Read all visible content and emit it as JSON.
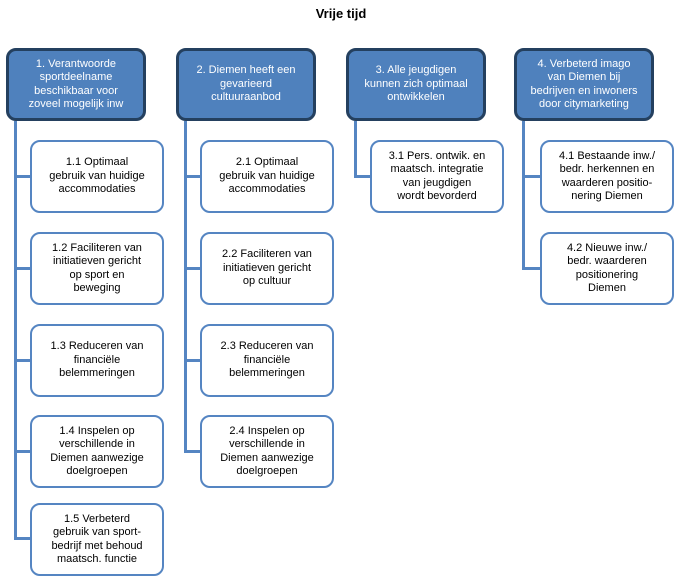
{
  "title": "Vrije tijd",
  "colors": {
    "header_fill": "#4f81bd",
    "header_border": "#24405f",
    "header_text": "#ffffff",
    "child_fill": "#ffffff",
    "child_text": "#000000",
    "line_color": "#5585c2"
  },
  "columns": [
    {
      "header": "1. Verantwoorde\nsportdeelname\nbeschikbaar voor\nzoveel mogelijk inw",
      "children": [
        "1.1 Optimaal\ngebruik van huidige\naccommodaties",
        "1.2 Faciliteren van\ninitiatieven gericht\nop sport en\nbeweging",
        "1.3 Reduceren van\nfinanciële\nbelemmeringen",
        "1.4 Inspelen op\nverschillende in\nDiemen aanwezige\ndoelgroepen",
        "1.5 Verbeterd\ngebruik van sport-\nbedrijf met behoud\nmaatsch. functie"
      ]
    },
    {
      "header": "2. Diemen heeft een\ngevarieerd\ncultuuraanbod",
      "children": [
        "2.1 Optimaal\ngebruik van huidige\naccommodaties",
        "2.2 Faciliteren van\ninitiatieven gericht\nop cultuur",
        "2.3 Reduceren van\nfinanciële\nbelemmeringen",
        "2.4 Inspelen op\nverschillende in\nDiemen aanwezige\ndoelgroepen"
      ]
    },
    {
      "header": "3. Alle jeugdigen\nkunnen zich optimaal\nontwikkelen",
      "children": [
        "3.1 Pers. ontwik. en\nmaatsch. integratie\nvan jeugdigen\nwordt bevorderd"
      ]
    },
    {
      "header": "4. Verbeterd imago\nvan Diemen bij\nbedrijven en inwoners\ndoor citymarketing",
      "children": [
        "4.1 Bestaande inw./\nbedr. herkennen en\nwaarderen positio-\nnering Diemen",
        "4.2 Nieuwe inw./\nbedr. waarderen\npositionering\nDiemen"
      ]
    }
  ]
}
